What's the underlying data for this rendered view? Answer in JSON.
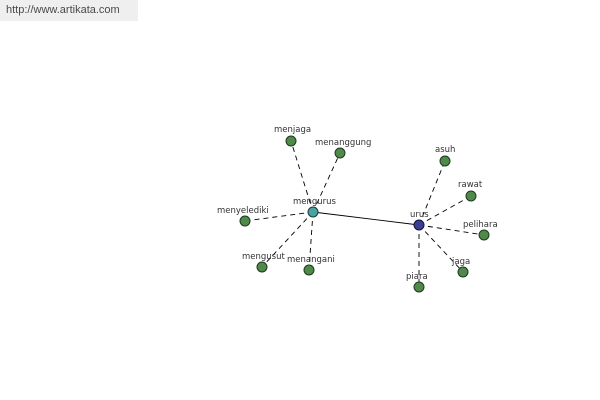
{
  "banner": {
    "url_text": "http://www.artikata.com"
  },
  "colors": {
    "leaf_node": "#4f8a4b",
    "hub_node": "#4aa3a0",
    "root_node": "#3c3f8f",
    "edge": "#000000"
  },
  "graph": {
    "nodes": [
      {
        "id": "urus",
        "label": "urus",
        "kind": "root"
      },
      {
        "id": "mengurus",
        "label": "mengurus",
        "kind": "hub"
      },
      {
        "id": "menjaga",
        "label": "menjaga",
        "kind": "leaf"
      },
      {
        "id": "menanggung",
        "label": "menanggung",
        "kind": "leaf"
      },
      {
        "id": "menyelediki",
        "label": "menyelediki",
        "kind": "leaf"
      },
      {
        "id": "mengusut",
        "label": "mengusut",
        "kind": "leaf"
      },
      {
        "id": "menangani",
        "label": "menangani",
        "kind": "leaf"
      },
      {
        "id": "asuh",
        "label": "asuh",
        "kind": "leaf"
      },
      {
        "id": "rawat",
        "label": "rawat",
        "kind": "leaf"
      },
      {
        "id": "pelihara",
        "label": "pelihara",
        "kind": "leaf"
      },
      {
        "id": "jaga",
        "label": "jaga",
        "kind": "leaf"
      },
      {
        "id": "piara",
        "label": "piara",
        "kind": "leaf"
      }
    ],
    "edges": [
      {
        "from": "mengurus",
        "to": "urus",
        "style": "solid"
      },
      {
        "from": "mengurus",
        "to": "menjaga",
        "style": "dashed"
      },
      {
        "from": "mengurus",
        "to": "menanggung",
        "style": "dashed"
      },
      {
        "from": "mengurus",
        "to": "menyelediki",
        "style": "dashed"
      },
      {
        "from": "mengurus",
        "to": "mengusut",
        "style": "dashed"
      },
      {
        "from": "mengurus",
        "to": "menangani",
        "style": "dashed"
      },
      {
        "from": "urus",
        "to": "asuh",
        "style": "dashed"
      },
      {
        "from": "urus",
        "to": "rawat",
        "style": "dashed"
      },
      {
        "from": "urus",
        "to": "pelihara",
        "style": "dashed"
      },
      {
        "from": "urus",
        "to": "jaga",
        "style": "dashed"
      },
      {
        "from": "urus",
        "to": "piara",
        "style": "dashed"
      }
    ]
  }
}
